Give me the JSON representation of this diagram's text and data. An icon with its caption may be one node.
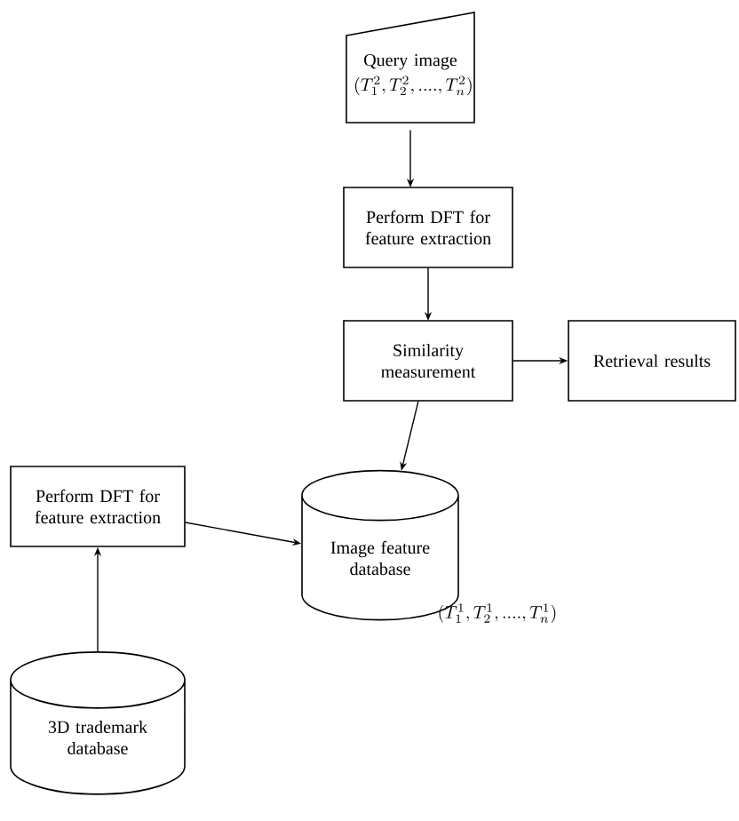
{
  "diagram": {
    "nodes": [
      {
        "text": [
          "Query image",
          "(T_1^2,T_2^2,....,T_n^2)"
        ]
      },
      {
        "text": [
          "Perform DFT for feature extraction"
        ]
      },
      {
        "text": [
          "Similarity measurement"
        ]
      },
      {
        "text": [
          "Retrieval results"
        ]
      },
      {
        "text": [
          "Image feature database"
        ],
        "beside": [
          "(T_1^1,T_2^1,....,T_n^1)"
        ]
      },
      {
        "text": [
          "Perform DFT for feature extraction"
        ]
      },
      {
        "text": [
          "3D trademark database"
        ]
      }
    ],
    "edges": [
      {
        "from": 0,
        "to": 1,
        "arrow": "to"
      },
      {
        "from": 1,
        "to": 2,
        "arrow": "to"
      },
      {
        "from": 2,
        "to": 3,
        "arrow": "to"
      },
      {
        "from": 2,
        "to": 4,
        "arrow": "to"
      },
      {
        "from": 5,
        "to": 4,
        "arrow": "to"
      },
      {
        "from": 6,
        "to": 5,
        "arrow": "to"
      }
    ]
  }
}
